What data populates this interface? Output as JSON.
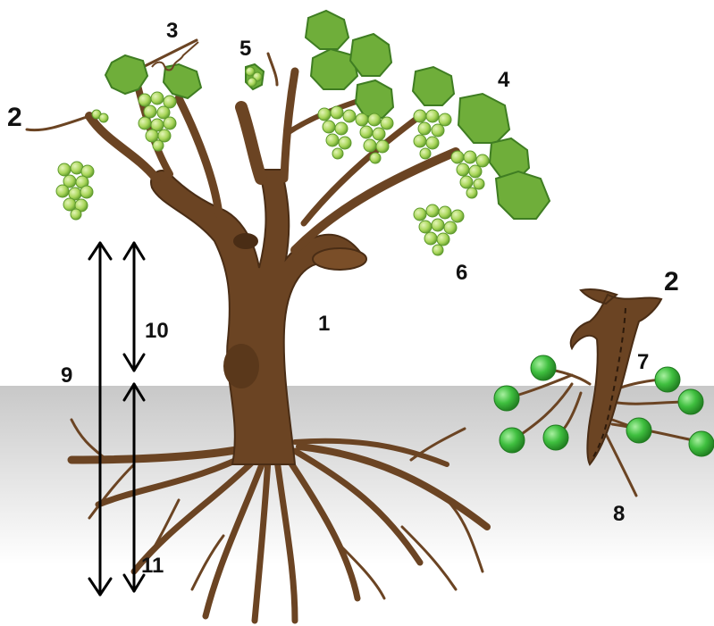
{
  "labels": {
    "n1": "1",
    "n2_vine": "2",
    "n2_cutting": "2",
    "n3": "3",
    "n4": "4",
    "n5": "5",
    "n6": "6",
    "n7": "7",
    "n8": "8",
    "n9": "9",
    "n10": "10",
    "n11": "11"
  },
  "colors": {
    "trunk": "#6b4423",
    "trunk_dark": "#4a2d15",
    "leaf": "#6fae3a",
    "leaf_dark": "#3f7d22",
    "grape": "#a9d65a",
    "grape_dark": "#5e9a2c",
    "bud": "#3fbf3f",
    "soil": "#d9d9d9",
    "arrow": "#000000"
  }
}
